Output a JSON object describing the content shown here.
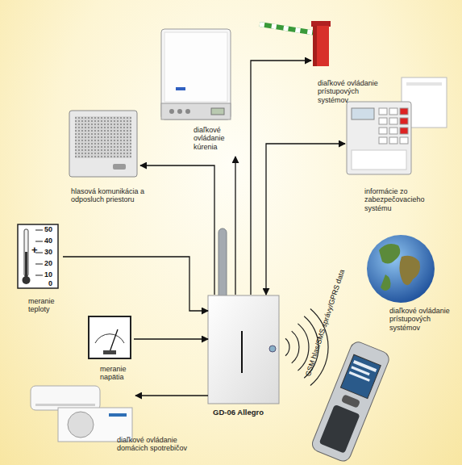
{
  "diagram": {
    "nodes": [
      {
        "text": [
          "diaľkové ovládanie prístupových systémov"
        ]
      },
      {
        "text": [
          "diaľkové ovládanie kúrenia"
        ]
      },
      {
        "text": [
          "hlasová komunikácia a odposluch priestoru"
        ]
      },
      {
        "text": [
          "informácie zo zabezpečovacieho systému"
        ]
      },
      {
        "text": [
          "meranie teploty"
        ]
      },
      {
        "text": [
          "diaľkové ovládanie prístupových systémov"
        ]
      },
      {
        "text": [
          "meranie napätia"
        ]
      },
      {
        "text": [
          "GD-06 Allegro"
        ]
      },
      {
        "text": [
          "diaľkové ovládanie domácich spotrebičov"
        ]
      }
    ],
    "edges": [
      {
        "from": 7,
        "to": 1,
        "arrow": "to"
      },
      {
        "from": 7,
        "to": 0,
        "arrow": "to"
      },
      {
        "from": 7,
        "to": 2,
        "arrow": "to"
      },
      {
        "from": 7,
        "to": 3,
        "arrow": "both"
      },
      {
        "from": 4,
        "to": 7,
        "arrow": "to"
      },
      {
        "from": 6,
        "to": 7,
        "arrow": "to"
      },
      {
        "from": 7,
        "to": 8,
        "arrow": "to"
      }
    ],
    "labels": [
      "GSM hlas/SMS správy/GPRS data",
      "+",
      "50",
      "40",
      "30",
      "20",
      "10",
      "0"
    ]
  }
}
